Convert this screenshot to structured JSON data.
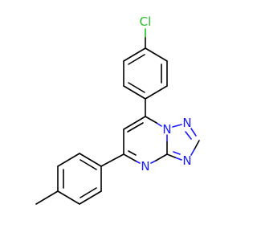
{
  "molecule": {
    "atoms": {
      "cl": {
        "label": "Cl",
        "color": "#1fbf1f"
      },
      "n_bridge": {
        "label": "N",
        "color": "#1a1aff"
      },
      "n_triazole_top": {
        "label": "N",
        "color": "#1a1aff"
      },
      "n_triazole_right": {
        "label": "N",
        "color": "#1a1aff"
      },
      "n_pyrimidine": {
        "label": "N",
        "color": "#1a1aff"
      }
    }
  }
}
